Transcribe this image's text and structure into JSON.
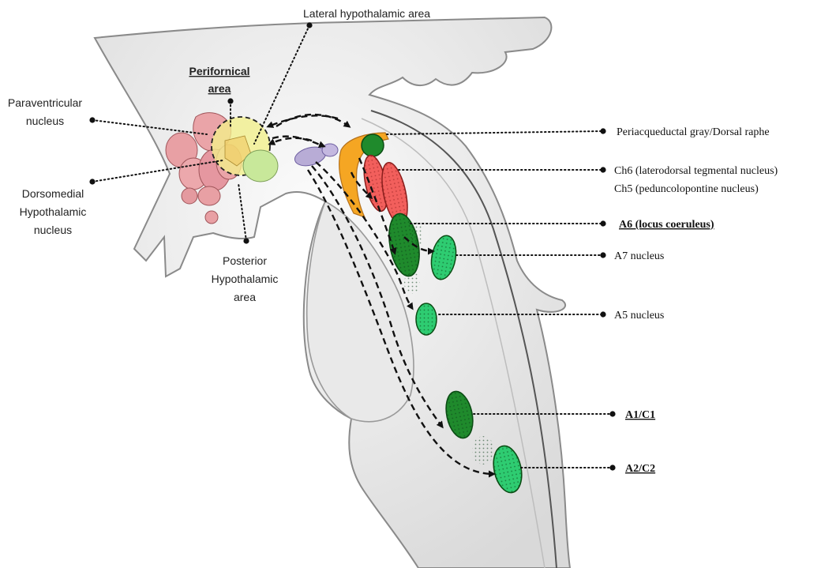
{
  "labels": {
    "lateral_hypothalamic": "Lateral hypothalamic area",
    "perifornical_1": "Perifornical",
    "perifornical_2": "area",
    "paraventricular_1": "Paraventricular",
    "paraventricular_2": "nucleus",
    "dorsomedial_1": "Dorsomedial",
    "dorsomedial_2": "Hypothalamic",
    "dorsomedial_3": "nucleus",
    "posterior_1": "Posterior",
    "posterior_2": "Hypothalamic",
    "posterior_3": "area",
    "pag": "Periacqueductal gray/Dorsal raphe",
    "ch6": "Ch6 (laterodorsal tegmental nucleus)",
    "ch5": "Ch5 (peduncolopontine nucleus)",
    "a6": "A6 (locus coeruleus)",
    "a7": "A7 nucleus",
    "a5": "A5 nucleus",
    "a1c1": "A1/C1",
    "a2c2": "A2/C2"
  },
  "colors": {
    "brain_fill": "#eeeeee",
    "brain_outline": "#8a8a8a",
    "pink_nuclei": "#e8a0a4",
    "perifornical_yellow": "#f2f08a",
    "posterior_green": "#c8e89a",
    "lavender": "#b8acd6",
    "orange_pag": "#f5a623",
    "red_cholinergic": "#f25f5c",
    "dark_green": "#1f8a2c",
    "mid_green": "#2ecc71"
  }
}
